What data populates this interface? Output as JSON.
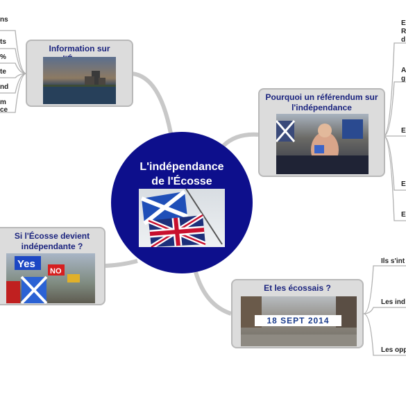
{
  "center": {
    "title_line1": "L'indépendance",
    "title_line2": "de l'Écosse",
    "image_desc": "scotland-and-union-flags"
  },
  "nodes": {
    "information": {
      "title": "Information sur l'Écosse",
      "image": "castle-photo"
    },
    "pourquoi": {
      "title_line1": "Pourquoi un référendum sur",
      "title_line2": "l'indépendance",
      "image": "crowd-photo"
    },
    "si": {
      "title_line1": "Si l'Écosse devient",
      "title_line2": "indépendante ?",
      "image": "yes-no-rally-photo"
    },
    "ecossais": {
      "title": "Et les écossais ?",
      "image": "date-signs-photo",
      "date_text": "18 SEPT 2014"
    }
  },
  "left_leaves": [
    "ns",
    "ts",
    "%",
    "te",
    "nd",
    "m",
    "ce"
  ],
  "right_top_leaves": [
    "E",
    "R",
    "d",
    "A",
    "g",
    "E",
    "E",
    "E"
  ],
  "right_bottom_leaves": [
    "Ils s'int",
    "Les ind",
    "Les opp"
  ],
  "colors": {
    "center": "#0d0f8c",
    "node_bg": "#dcdcdc",
    "title": "#1a237e",
    "link": "#c8c8c8"
  }
}
